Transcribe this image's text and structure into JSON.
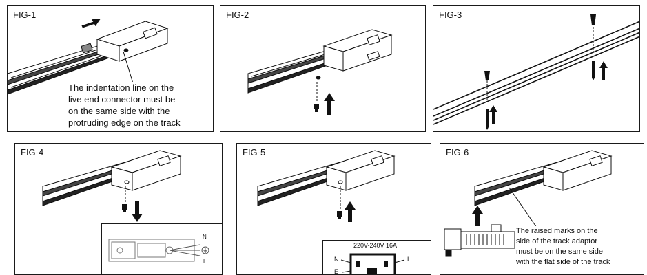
{
  "figures": [
    {
      "label": "FIG-1",
      "note": [
        "The indentation line on the",
        "live end connector must be",
        "on the same side with the",
        "protruding edge on the track"
      ]
    },
    {
      "label": "FIG-2"
    },
    {
      "label": "FIG-3"
    },
    {
      "label": "FIG-4",
      "inset": {
        "terminal_n": "N",
        "terminal_l": "L",
        "terminal_e": "⏚"
      }
    },
    {
      "label": "FIG-5",
      "inset": {
        "rating": "220V-240V 16A",
        "label_n": "N",
        "label_l": "L",
        "label_e": "E"
      }
    },
    {
      "label": "FIG-6",
      "note": [
        "The raised marks on the",
        "side of the track adaptor",
        "must be on the same side",
        "with the flat side of the track"
      ]
    }
  ],
  "icons": [
    "arrow-icon",
    "screw-icon",
    "track-rail-icon",
    "connector-box-icon",
    "wiring-diagram-icon",
    "track-adaptor-icon"
  ]
}
